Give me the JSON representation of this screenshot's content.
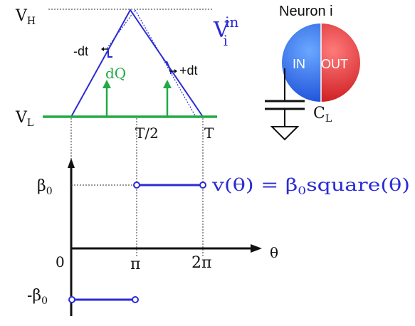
{
  "triangle_diagram": {
    "v_high_label": "V",
    "v_high_sub": "H",
    "v_low_label": "V",
    "v_low_sub": "L",
    "vin_label": "V",
    "vin_sub": "i",
    "vin_sup": "in",
    "minus_dt": "-dt",
    "plus_dt": "+dt",
    "dq": "dQ",
    "half_period": "T/2",
    "period": "T",
    "colors": {
      "triangle": "#2b2bd6",
      "baseline": "#22aa44",
      "charge": "#22aa44"
    }
  },
  "neuron": {
    "title": "Neuron i",
    "in_label": "IN",
    "out_label": "OUT",
    "cap_label": "C",
    "cap_sub": "L",
    "colors": {
      "in_half": "#2060e8",
      "out_half": "#e8262c"
    }
  },
  "velocity_plot": {
    "beta_label": "β",
    "beta_sub": "0",
    "neg_beta_label": "-β",
    "neg_beta_sub": "0",
    "tick_zero": "0",
    "tick_pi": "π",
    "tick_two_pi": "2π",
    "theta_label": "θ",
    "equation": "v(θ) = β",
    "equation_sub": "0",
    "equation_tail": "square(θ)",
    "colors": {
      "step": "#2b2bd6"
    }
  }
}
